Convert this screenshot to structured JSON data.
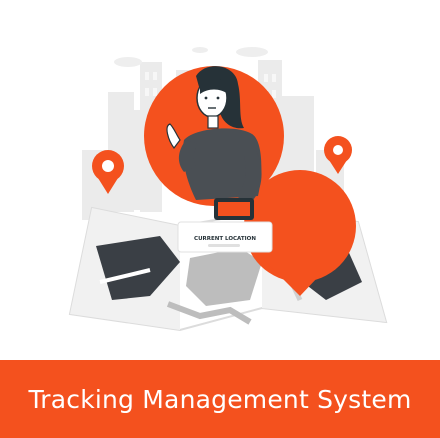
{
  "banner": {
    "title": "Tracking Management System",
    "background_color": "#f4511e",
    "text_color": "#ffffff"
  },
  "illustration": {
    "popup_label": "CURRENT LOCATION",
    "icons": [
      "location-pin-icon",
      "map-icon",
      "person-illustration",
      "city-skyline-illustration"
    ],
    "accent_color": "#f4511e",
    "dark_color": "#3a3f45"
  }
}
